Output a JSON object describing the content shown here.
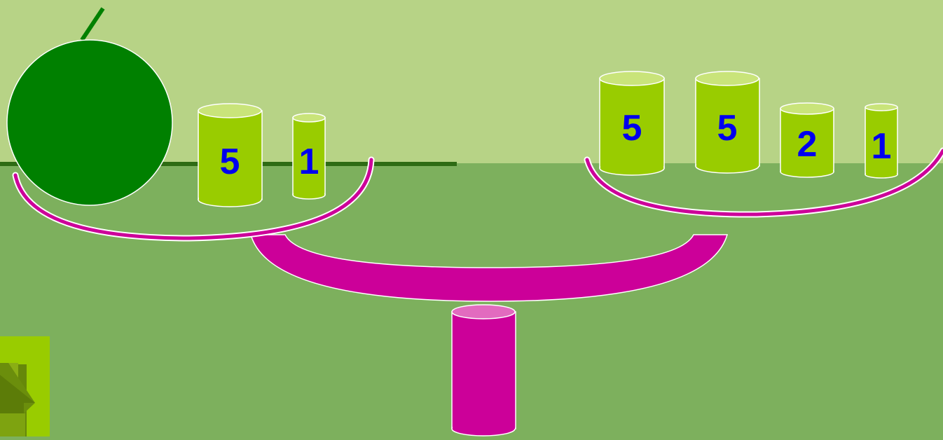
{
  "colors": {
    "background_top": "#b7d386",
    "background_bottom": "#7db05d",
    "balance": "#cc0099",
    "weight": "#99cc00",
    "apple": "#008000",
    "number": "#0000ee",
    "home_button": "#99cc00"
  },
  "left_pan": {
    "object": "apple-icon",
    "weights": [
      {
        "label": "5"
      },
      {
        "label": "1"
      }
    ]
  },
  "right_pan": {
    "weights": [
      {
        "label": "5"
      },
      {
        "label": "5"
      },
      {
        "label": "2"
      },
      {
        "label": "1"
      }
    ]
  },
  "home_button": {
    "icon": "home-icon"
  }
}
